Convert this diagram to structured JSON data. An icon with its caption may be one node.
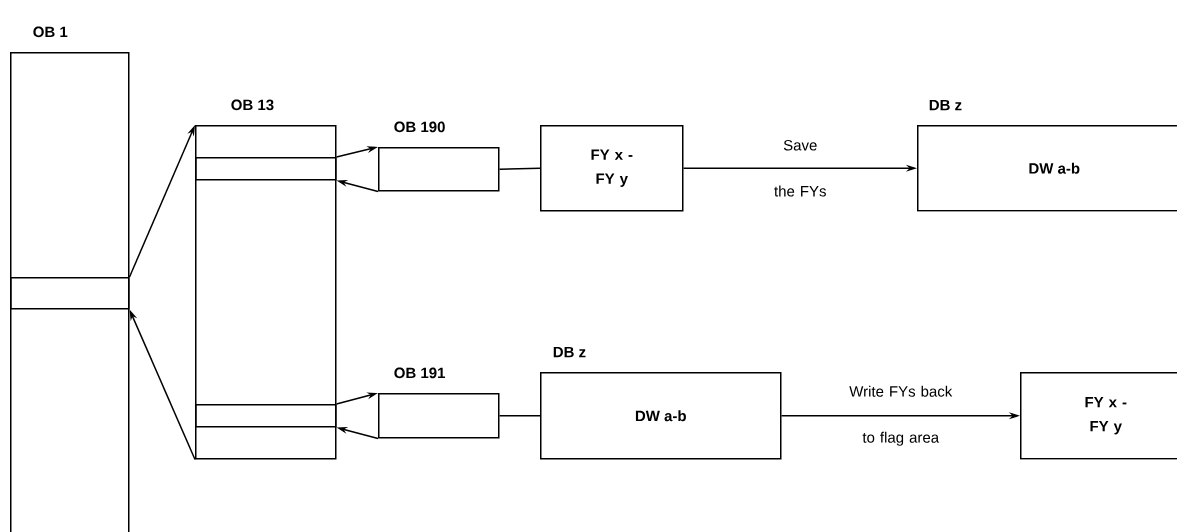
{
  "diagram": {
    "nodes": [
      {
        "text": [
          "OB 1"
        ]
      },
      {
        "text": [],
        "shape": "box",
        "in": 0
      },
      {
        "text": [
          "OB 13"
        ]
      },
      {
        "text": [],
        "shape": "box",
        "in": 2
      },
      {
        "text": [],
        "shape": "box",
        "in": 2
      },
      {
        "text": [
          "OB 190"
        ]
      },
      {
        "text": [
          "FY x - FY y"
        ]
      },
      {
        "text": [
          "DB z",
          "DW a-b"
        ]
      },
      {
        "text": [
          "OB 191"
        ]
      },
      {
        "text": [
          "DB z",
          "DW a-b"
        ]
      },
      {
        "text": [
          "FY x - FY y"
        ]
      }
    ],
    "edges": [
      {
        "from": 1,
        "to": 2,
        "arrow": "to"
      },
      {
        "from": 2,
        "to": 1,
        "arrow": "to"
      },
      {
        "from": 3,
        "to": 5,
        "arrow": "to"
      },
      {
        "from": 5,
        "to": 3,
        "arrow": "to"
      },
      {
        "from": 4,
        "to": 8,
        "arrow": "to"
      },
      {
        "from": 8,
        "to": 4,
        "arrow": "to"
      },
      {
        "from": 5,
        "to": 6,
        "arrow": "none"
      },
      {
        "from": 6,
        "to": 7,
        "arrow": "to",
        "label": "Save the FYs"
      },
      {
        "from": 8,
        "to": 9,
        "arrow": "none"
      },
      {
        "from": 9,
        "to": 10,
        "arrow": "to",
        "label": "Write FYs back to flag area"
      }
    ]
  }
}
